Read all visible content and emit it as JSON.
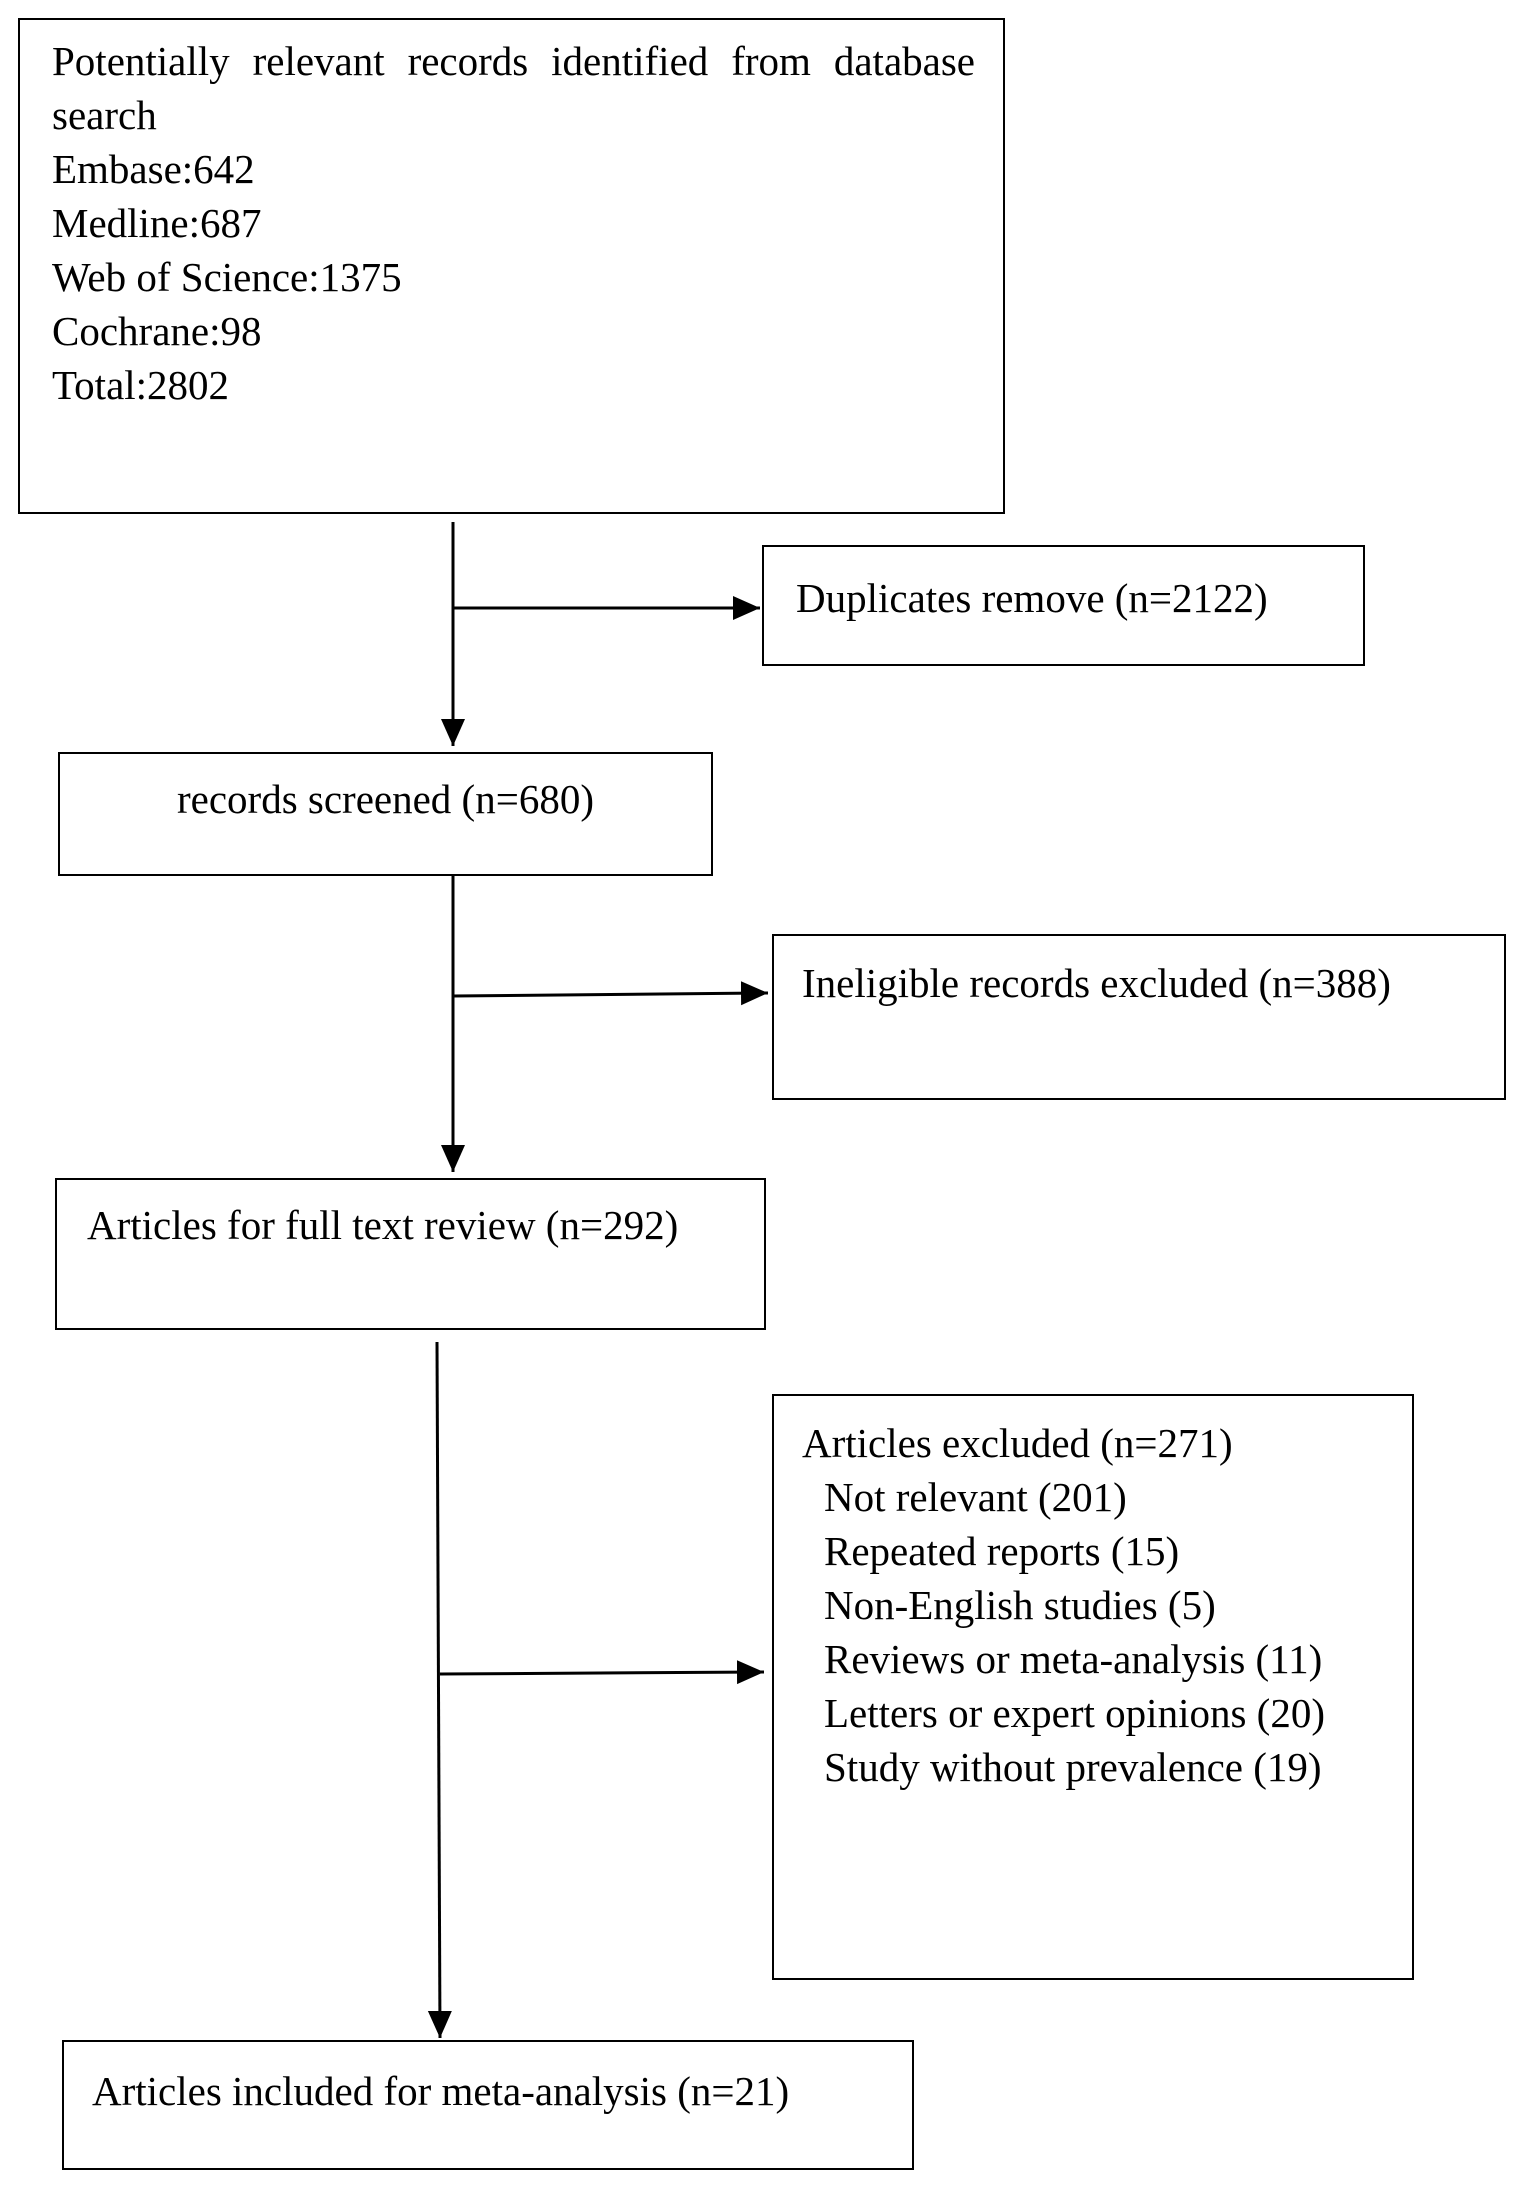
{
  "boxes": {
    "identification": {
      "heading": "Potentially relevant records identified from database search",
      "lines": [
        "Embase:642",
        "Medline:687",
        "Web of Science:1375",
        "Cochrane:98",
        "Total:2802"
      ]
    },
    "duplicates": "Duplicates remove (n=2122)",
    "screened": "records screened (n=680)",
    "ineligible": "Ineligible records excluded (n=388)",
    "fulltext": "Articles for full text review (n=292)",
    "excluded": {
      "heading": "Articles excluded (n=271)",
      "reasons": [
        "Not relevant (201)",
        "Repeated reports (15)",
        "Non-English studies (5)",
        "Reviews or meta-analysis (11)",
        "Letters or expert opinions (20)",
        "Study without prevalence (19)"
      ]
    },
    "included": "Articles included for meta-analysis (n=21)"
  }
}
